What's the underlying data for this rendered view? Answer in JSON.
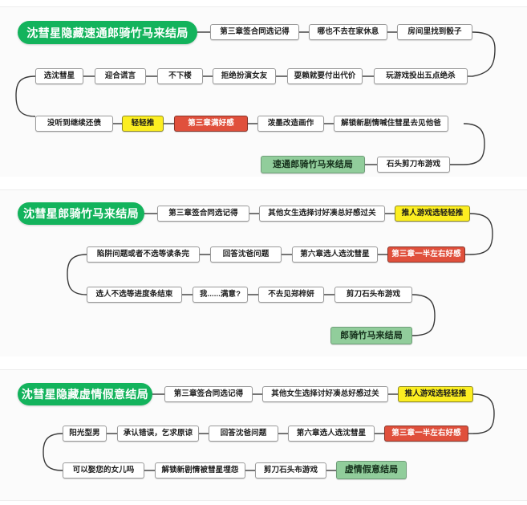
{
  "document": {
    "title": "沈彗星结局攻略流程图",
    "background_color": "#ffffff",
    "section_background": "#fbfbfb"
  },
  "palette": {
    "root_green": "#13b35c",
    "ending_green": "#91cd9b",
    "highlight_yellow": "#fcee21",
    "highlight_red": "#e0503c",
    "node_white": "#ffffff",
    "node_border": "#9a9a9a",
    "connector": "#3a3a3a"
  },
  "sections": [
    {
      "id": "section-1",
      "root": {
        "label": "沈彗星隐藏速通郎骑竹马来结局",
        "style": "root"
      },
      "rows": [
        {
          "id": "s1-row-1",
          "nodes": [
            {
              "label": "第三章签合同选记得",
              "style": "plain"
            },
            {
              "label": "哪也不去在家休息",
              "style": "plain"
            },
            {
              "label": "房间里找到骰子",
              "style": "plain"
            }
          ]
        },
        {
          "id": "s1-row-2",
          "nodes": [
            {
              "label": "选沈彗星",
              "style": "plain"
            },
            {
              "label": "迎合谎言",
              "style": "plain"
            },
            {
              "label": "不下楼",
              "style": "plain"
            },
            {
              "label": "拒绝扮演女友",
              "style": "plain"
            },
            {
              "label": "耍赖就要付出代价",
              "style": "plain"
            },
            {
              "label": "玩游戏投出五点绝杀",
              "style": "plain"
            }
          ]
        },
        {
          "id": "s1-row-3",
          "nodes": [
            {
              "label": "没听到继续还债",
              "style": "plain"
            },
            {
              "label": "轻轻推",
              "style": "yellow"
            },
            {
              "label": "第三章满好感",
              "style": "red"
            },
            {
              "label": "泼墨改造画作",
              "style": "plain"
            },
            {
              "label": "解锁新剧情喊住彗星去见他爸",
              "style": "plain"
            }
          ]
        },
        {
          "id": "s1-row-4",
          "nodes": [
            {
              "label": "速通郎骑竹马来结局",
              "style": "ending"
            },
            {
              "label": "石头剪刀布游戏",
              "style": "plain"
            }
          ]
        }
      ]
    },
    {
      "id": "section-2",
      "root": {
        "label": "沈彗星郎骑竹马来结局",
        "style": "root"
      },
      "rows": [
        {
          "id": "s2-row-1",
          "nodes": [
            {
              "label": "第三章签合同选记得",
              "style": "plain"
            },
            {
              "label": "其他女生选择讨好凑总好感过关",
              "style": "plain"
            },
            {
              "label": "推人游戏选轻轻推",
              "style": "yellow"
            }
          ]
        },
        {
          "id": "s2-row-2",
          "nodes": [
            {
              "label": "陷阱问题或者不选等读条完",
              "style": "plain"
            },
            {
              "label": "回答沈爸问题",
              "style": "plain"
            },
            {
              "label": "第六章选人选沈彗星",
              "style": "plain"
            },
            {
              "label": "第三章一半左右好感",
              "style": "red"
            }
          ]
        },
        {
          "id": "s2-row-3",
          "nodes": [
            {
              "label": "选人不选等进度条结束",
              "style": "plain"
            },
            {
              "label": "我......满意?",
              "style": "plain"
            },
            {
              "label": "不去见郑梓妍",
              "style": "plain"
            },
            {
              "label": "剪刀石头布游戏",
              "style": "plain"
            }
          ]
        },
        {
          "id": "s2-row-4",
          "nodes": [
            {
              "label": "郎骑竹马来结局",
              "style": "ending"
            }
          ]
        }
      ]
    },
    {
      "id": "section-3",
      "root": {
        "label": "沈彗星隐藏虚情假意结局",
        "style": "root"
      },
      "rows": [
        {
          "id": "s3-row-1",
          "nodes": [
            {
              "label": "第三章签合同选记得",
              "style": "plain"
            },
            {
              "label": "其他女生选择讨好凑总好感过关",
              "style": "plain"
            },
            {
              "label": "推人游戏选轻轻推",
              "style": "yellow"
            }
          ]
        },
        {
          "id": "s3-row-2",
          "nodes": [
            {
              "label": "阳光型男",
              "style": "plain"
            },
            {
              "label": "承认错误，乞求原谅",
              "style": "plain"
            },
            {
              "label": "回答沈爸问题",
              "style": "plain"
            },
            {
              "label": "第六章选人选沈彗星",
              "style": "plain"
            },
            {
              "label": "第三章一半左右好感",
              "style": "red"
            }
          ]
        },
        {
          "id": "s3-row-3",
          "nodes": [
            {
              "label": "可以娶您的女儿吗",
              "style": "plain"
            },
            {
              "label": "解锁新剧情被彗星埋怨",
              "style": "plain"
            },
            {
              "label": "剪刀石头布游戏",
              "style": "plain"
            },
            {
              "label": "虚情假意结局",
              "style": "ending"
            }
          ]
        }
      ]
    }
  ]
}
